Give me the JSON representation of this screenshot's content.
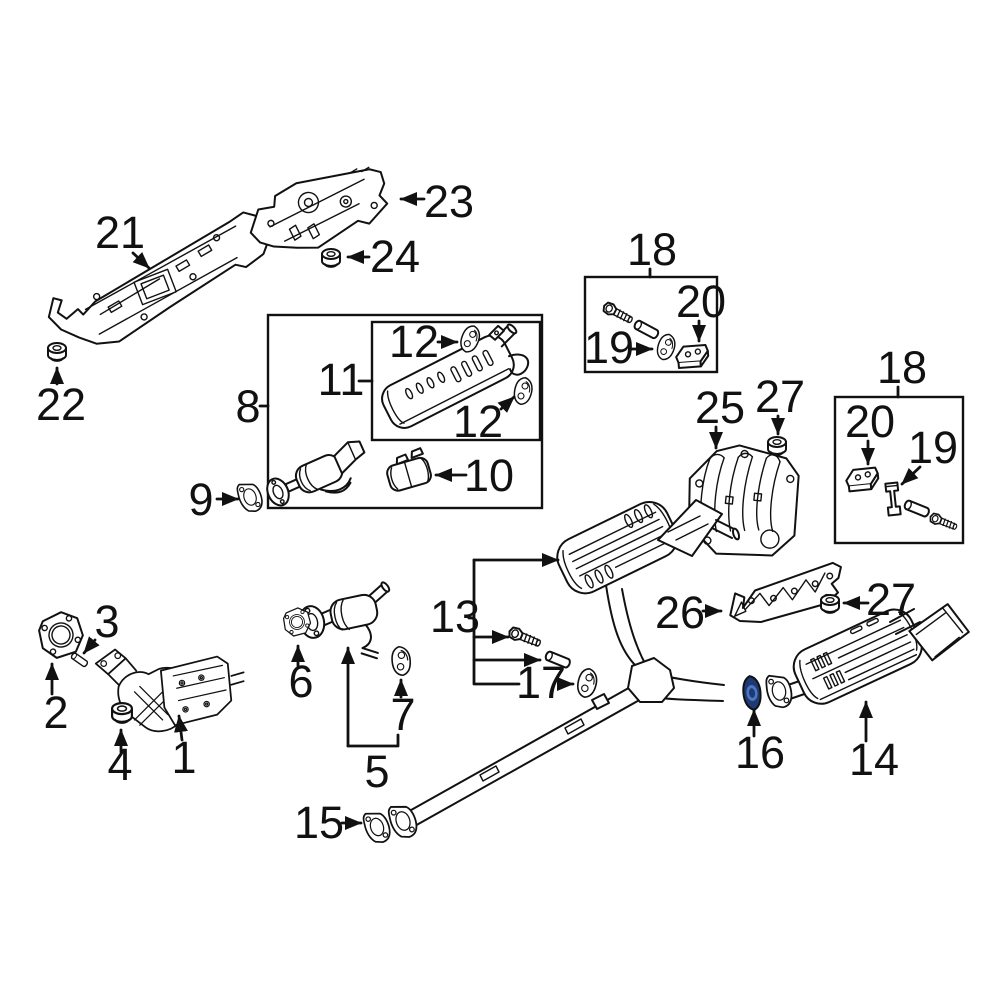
{
  "diagram": {
    "background": "#ffffff",
    "line_color": "#111111",
    "label_color": "#111111",
    "highlighted_callout": "16",
    "highlight_fill": "#1d3a74",
    "highlight_ring": "#4f74c0"
  },
  "labels": {
    "1": "1",
    "2": "2",
    "3": "3",
    "4": "4",
    "5": "5",
    "6": "6",
    "7": "7",
    "8": "8",
    "9": "9",
    "10": "10",
    "11": "11",
    "12a": "12",
    "12b": "12",
    "13": "13",
    "14": "14",
    "15": "15",
    "16": "16",
    "17": "17",
    "18a": "18",
    "18b": "18",
    "19a": "19",
    "19b": "19",
    "20a": "20",
    "20b": "20",
    "21": "21",
    "22": "22",
    "23": "23",
    "24": "24",
    "25": "25",
    "26": "26",
    "27a": "27",
    "27b": "27"
  }
}
